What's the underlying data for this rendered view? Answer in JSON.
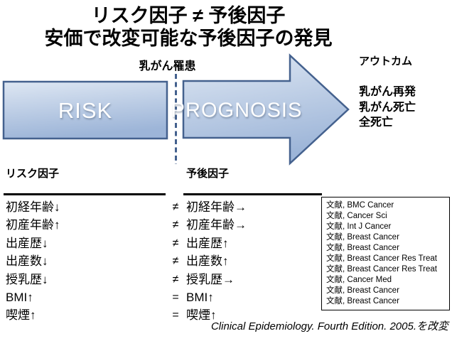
{
  "title": {
    "line1": "リスク因子 ≠ 予後因子",
    "line2": "安価で改変可能な予後因子の発見"
  },
  "diagram": {
    "exposure_label": "乳がん罹患",
    "risk_label": "RISK",
    "prognosis_label": "PROGNOSIS",
    "outcome_header": "アウトカム",
    "outcomes": [
      "乳がん再発",
      "乳がん死亡",
      "全死亡"
    ],
    "colors": {
      "shape_fill_light": "#dee7f3",
      "shape_fill_dark": "#9db5d8",
      "shape_border": "#44618e",
      "divider_dash": "#44618e"
    }
  },
  "comparison": {
    "left_header": "リスク因子",
    "right_header": "予後因子",
    "rows": [
      {
        "risk": "初経年齢↓",
        "op": "≠",
        "prognosis": "初経年齢→"
      },
      {
        "risk": "初産年齢↑",
        "op": "≠",
        "prognosis": "初産年齢→"
      },
      {
        "risk": "出産歴↓",
        "op": "≠",
        "prognosis": "出産歴↑"
      },
      {
        "risk": "出産数↓",
        "op": "≠",
        "prognosis": "出産数↑"
      },
      {
        "risk": "授乳歴↓",
        "op": "≠",
        "prognosis": "授乳歴→"
      },
      {
        "risk": "BMI↑",
        "op": "=",
        "prognosis": "BMI↑"
      },
      {
        "risk": "喫煙↑",
        "op": "=",
        "prognosis": "喫煙↑"
      }
    ]
  },
  "references": [
    "文献, BMC Cancer",
    "文献, Cancer Sci",
    "文献, Int J Cancer",
    "文献, Breast Cancer",
    "文献, Breast Cancer",
    "文献, Breast Cancer Res Treat",
    "文献, Breast Cancer Res Treat",
    "文献, Cancer Med",
    "文献, Breast Cancer",
    "文献, Breast Cancer"
  ],
  "citation": "Clinical Epidemiology. Fourth Edition.  2005.を改変"
}
